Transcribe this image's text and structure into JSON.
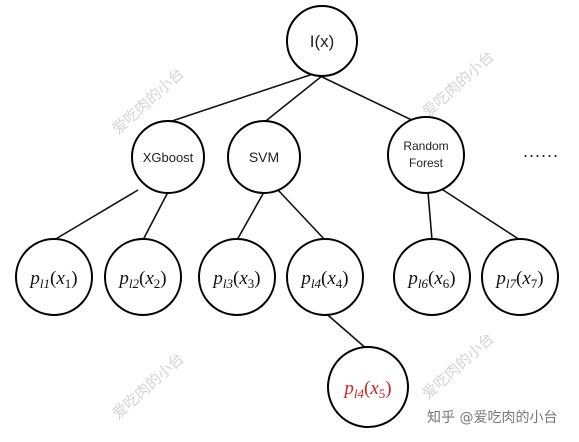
{
  "nodes": {
    "root": {
      "label": "I(x)"
    },
    "xgboost": {
      "label": "XGboost"
    },
    "svm": {
      "label": "SVM"
    },
    "random_forest": {
      "label_line1": "Random",
      "label_line2": "Forest"
    },
    "more": {
      "label": "......"
    },
    "leaves": [
      {
        "p_idx": "l1",
        "x_idx": "1",
        "highlight": false
      },
      {
        "p_idx": "l2",
        "x_idx": "2",
        "highlight": false
      },
      {
        "p_idx": "l3",
        "x_idx": "3",
        "highlight": false
      },
      {
        "p_idx": "l4",
        "x_idx": "4",
        "highlight": false
      },
      {
        "p_idx": "l6",
        "x_idx": "6",
        "highlight": false
      },
      {
        "p_idx": "l7",
        "x_idx": "7",
        "highlight": false
      },
      {
        "p_idx": "l4",
        "x_idx": "5",
        "highlight": true
      }
    ]
  },
  "leaf_symbols": {
    "p": "p",
    "x": "x",
    "open": "(",
    "close": ")"
  },
  "watermark": "爱吃肉的小台",
  "credit": "知乎 @爱吃肉的小台",
  "colors": {
    "highlight": "#cc2222",
    "stroke": "#000000",
    "watermark": "#d4d4d4"
  }
}
